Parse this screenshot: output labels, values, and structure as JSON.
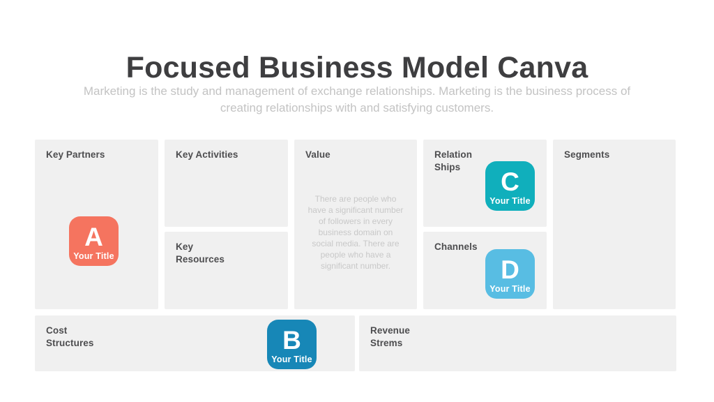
{
  "header": {
    "title": "Focused Business Model Canva",
    "subtitle": "Marketing is the study and management of exchange relationships. Marketing is the business process of creating relationships with and satisfying customers."
  },
  "canvas": {
    "sections": {
      "key_partners": {
        "label": "Key Partners"
      },
      "key_activities": {
        "label": "Key Activities"
      },
      "key_resources": {
        "label": "Key Resources"
      },
      "value": {
        "label": "Value",
        "body": "There are people who have a significant number of followers in every business domain on social media. There are people who have a significant number."
      },
      "relation_ships": {
        "label": "Relation Ships"
      },
      "channels": {
        "label": "Channels"
      },
      "segments": {
        "label": "Segments"
      },
      "cost_structures": {
        "label": "Cost Structures"
      },
      "revenue_streams": {
        "label": "Revenue Strems"
      }
    },
    "badges": {
      "a": {
        "letter": "A",
        "title": "Your Title",
        "color": "#F5745F"
      },
      "b": {
        "letter": "B",
        "title": "Your Title",
        "color": "#1787B7"
      },
      "c": {
        "letter": "C",
        "title": "Your Title",
        "color": "#10AFBC"
      },
      "d": {
        "letter": "D",
        "title": "Your Title",
        "color": "#58BDE3"
      }
    }
  },
  "colors": {
    "panel_background": "#F0F0F0",
    "title_text": "#3E3E40",
    "subtitle_text": "#C3C3C3",
    "label_text": "#4D4D4F"
  }
}
